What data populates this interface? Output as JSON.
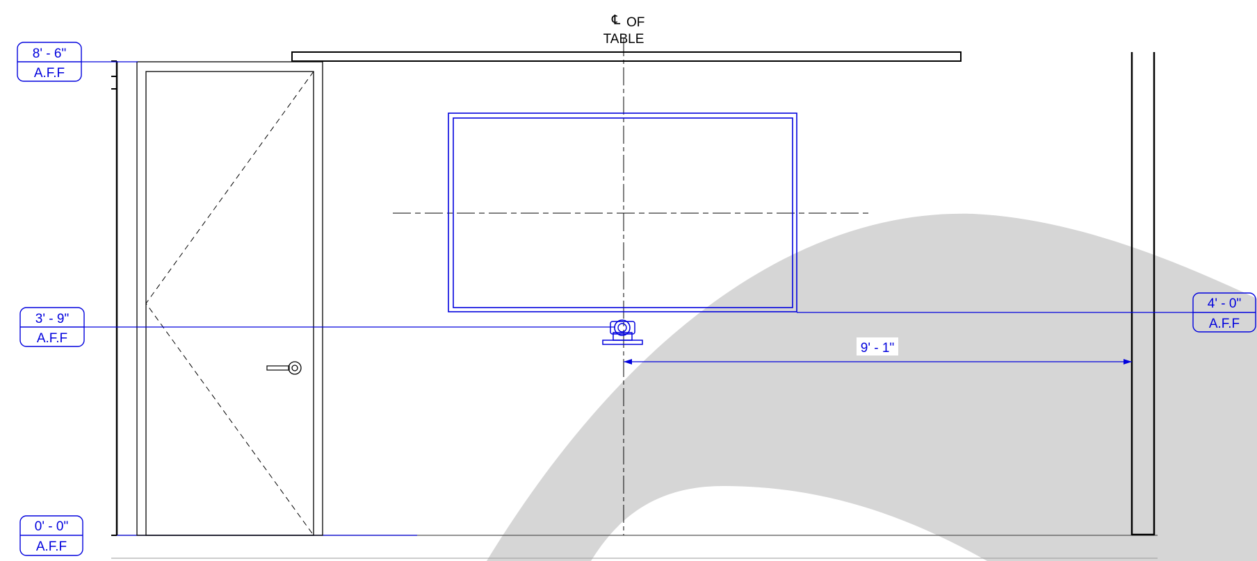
{
  "drawing": {
    "centerline": {
      "symbol": "℄",
      "line1": "OF",
      "line2": "TABLE"
    },
    "elevation_tags": [
      {
        "id": "top",
        "value": "8' - 6\"",
        "ref": "A.F.F"
      },
      {
        "id": "camera",
        "value": "3' - 9\"",
        "ref": "A.F.F"
      },
      {
        "id": "floor",
        "value": "0' - 0\"",
        "ref": "A.F.F"
      },
      {
        "id": "display-bottom",
        "value": "4' - 0\"",
        "ref": "A.F.F"
      }
    ],
    "dimension": {
      "value": "9' - 1\""
    },
    "colors": {
      "linework": "#000000",
      "annotation": "#0000dd",
      "watermark": "#d6d6d6",
      "background": "#ffffff"
    }
  }
}
